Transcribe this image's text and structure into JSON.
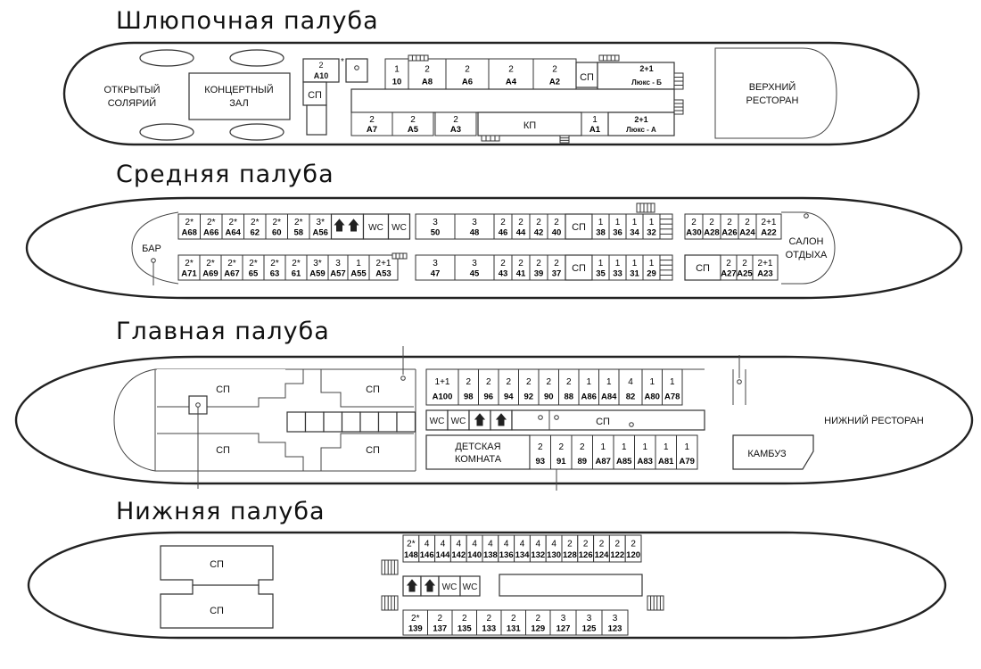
{
  "decks": [
    {
      "id": "boat",
      "title": "Шлюпочная палуба"
    },
    {
      "id": "middle",
      "title": "Средняя палуба"
    },
    {
      "id": "main",
      "title": "Главная палуба"
    },
    {
      "id": "lower",
      "title": "Нижняя палуба"
    }
  ],
  "boat_deck": {
    "open_solarium": [
      "ОТКРЫТЫЙ",
      "СОЛЯРИЙ"
    ],
    "concert_hall": [
      "КОНЦЕРТНЫЙ",
      "ЗАЛ"
    ],
    "upper_restaurant": [
      "ВЕРХНИЙ",
      "РЕСТОРАН"
    ],
    "sp": "СП",
    "kp": "КП",
    "a10": {
      "cap": "2",
      "num": "А10",
      "star": "*"
    },
    "top_row": [
      {
        "cap": "1",
        "num": "10"
      },
      {
        "cap": "2",
        "num": "А8"
      },
      {
        "cap": "2",
        "num": "А6"
      },
      {
        "cap": "2",
        "num": "А4"
      },
      {
        "cap": "2",
        "num": "А2"
      }
    ],
    "bottom_row": [
      {
        "cap": "2",
        "num": "А7"
      },
      {
        "cap": "2",
        "num": "А5"
      },
      {
        "cap": "2",
        "num": "А3"
      }
    ],
    "a1": {
      "cap": "1",
      "num": "А1"
    },
    "lux_b": {
      "cap": "2+1",
      "num": "Люкс - Б"
    },
    "lux_a": {
      "cap": "2+1",
      "num": "Люкс - А"
    }
  },
  "middle_deck": {
    "bar": "БАР",
    "lounge": [
      "САЛОН",
      "ОТДЫХА"
    ],
    "wc": "WC",
    "sp": "СП",
    "aft_top": [
      {
        "cap": "2*",
        "num": "А68"
      },
      {
        "cap": "2*",
        "num": "А66"
      },
      {
        "cap": "2*",
        "num": "А64"
      },
      {
        "cap": "2*",
        "num": "62"
      },
      {
        "cap": "2*",
        "num": "60"
      },
      {
        "cap": "2*",
        "num": "58"
      },
      {
        "cap": "3*",
        "num": "А56"
      }
    ],
    "aft_bottom": [
      {
        "cap": "2*",
        "num": "А71"
      },
      {
        "cap": "2*",
        "num": "А69"
      },
      {
        "cap": "2*",
        "num": "А67"
      },
      {
        "cap": "2*",
        "num": "65"
      },
      {
        "cap": "2*",
        "num": "63"
      },
      {
        "cap": "2*",
        "num": "61"
      },
      {
        "cap": "3*",
        "num": "А59"
      },
      {
        "cap": "3",
        "num": "А57"
      },
      {
        "cap": "1",
        "num": "А55"
      },
      {
        "cap": "2+1",
        "num": "А53"
      }
    ],
    "mid_top": [
      {
        "cap": "3",
        "num": "50"
      },
      {
        "cap": "3",
        "num": "48"
      },
      {
        "cap": "2",
        "num": "46"
      },
      {
        "cap": "2",
        "num": "44"
      },
      {
        "cap": "2",
        "num": "42"
      },
      {
        "cap": "2",
        "num": "40"
      }
    ],
    "mid_top_right": [
      {
        "cap": "1",
        "num": "38"
      },
      {
        "cap": "1",
        "num": "36"
      },
      {
        "cap": "1",
        "num": "34"
      },
      {
        "cap": "1",
        "num": "32"
      }
    ],
    "mid_bottom": [
      {
        "cap": "3",
        "num": "47"
      },
      {
        "cap": "3",
        "num": "45"
      },
      {
        "cap": "2",
        "num": "43"
      },
      {
        "cap": "2",
        "num": "41"
      },
      {
        "cap": "2",
        "num": "39"
      },
      {
        "cap": "2",
        "num": "37"
      }
    ],
    "mid_bottom_right": [
      {
        "cap": "1",
        "num": "35"
      },
      {
        "cap": "1",
        "num": "33"
      },
      {
        "cap": "1",
        "num": "31"
      },
      {
        "cap": "1",
        "num": "29"
      }
    ],
    "fwd_top": [
      {
        "cap": "2",
        "num": "А30"
      },
      {
        "cap": "2",
        "num": "А28"
      },
      {
        "cap": "2",
        "num": "А26"
      },
      {
        "cap": "2",
        "num": "А24"
      },
      {
        "cap": "2+1",
        "num": "А22"
      }
    ],
    "fwd_bottom": [
      {
        "cap": "2",
        "num": "А27"
      },
      {
        "cap": "2",
        "num": "А25"
      },
      {
        "cap": "2+1",
        "num": "А23"
      }
    ]
  },
  "main_deck": {
    "sp": "СП",
    "wc": "WC",
    "kids_room": [
      "ДЕТСКАЯ",
      "КОМНАТА"
    ],
    "galley": "КАМБУЗ",
    "lower_restaurant": "НИЖНИЙ РЕСТОРАН",
    "top_row": [
      {
        "cap": "1+1",
        "num": "А100"
      },
      {
        "cap": "2",
        "num": "98"
      },
      {
        "cap": "2",
        "num": "96"
      },
      {
        "cap": "2",
        "num": "94"
      },
      {
        "cap": "2",
        "num": "92"
      },
      {
        "cap": "2",
        "num": "90"
      },
      {
        "cap": "2",
        "num": "88"
      },
      {
        "cap": "1",
        "num": "А86"
      },
      {
        "cap": "1",
        "num": "А84"
      },
      {
        "cap": "4",
        "num": "82"
      },
      {
        "cap": "1",
        "num": "А80"
      },
      {
        "cap": "1",
        "num": "А78"
      }
    ],
    "bottom_row": [
      {
        "cap": "2",
        "num": "93"
      },
      {
        "cap": "2",
        "num": "91"
      },
      {
        "cap": "2",
        "num": "89"
      },
      {
        "cap": "1",
        "num": "А87"
      },
      {
        "cap": "1",
        "num": "А85"
      },
      {
        "cap": "1",
        "num": "А83"
      },
      {
        "cap": "1",
        "num": "А81"
      },
      {
        "cap": "1",
        "num": "А79"
      }
    ]
  },
  "lower_deck": {
    "sp": "СП",
    "wc": "WC",
    "top_row": [
      {
        "cap": "2*",
        "num": "148"
      },
      {
        "cap": "4",
        "num": "146"
      },
      {
        "cap": "4",
        "num": "144"
      },
      {
        "cap": "4",
        "num": "142"
      },
      {
        "cap": "4",
        "num": "140"
      },
      {
        "cap": "4",
        "num": "138"
      },
      {
        "cap": "4",
        "num": "136"
      },
      {
        "cap": "4",
        "num": "134"
      },
      {
        "cap": "4",
        "num": "132"
      },
      {
        "cap": "4",
        "num": "130"
      },
      {
        "cap": "2",
        "num": "128"
      },
      {
        "cap": "2",
        "num": "126"
      },
      {
        "cap": "2",
        "num": "124"
      },
      {
        "cap": "2",
        "num": "122"
      },
      {
        "cap": "2",
        "num": "120"
      }
    ],
    "bottom_row": [
      {
        "cap": "2*",
        "num": "139"
      },
      {
        "cap": "2",
        "num": "137"
      },
      {
        "cap": "2",
        "num": "135"
      },
      {
        "cap": "2",
        "num": "133"
      },
      {
        "cap": "2",
        "num": "131"
      },
      {
        "cap": "2",
        "num": "129"
      },
      {
        "cap": "3",
        "num": "127"
      },
      {
        "cap": "3",
        "num": "125"
      },
      {
        "cap": "3",
        "num": "123"
      }
    ]
  }
}
